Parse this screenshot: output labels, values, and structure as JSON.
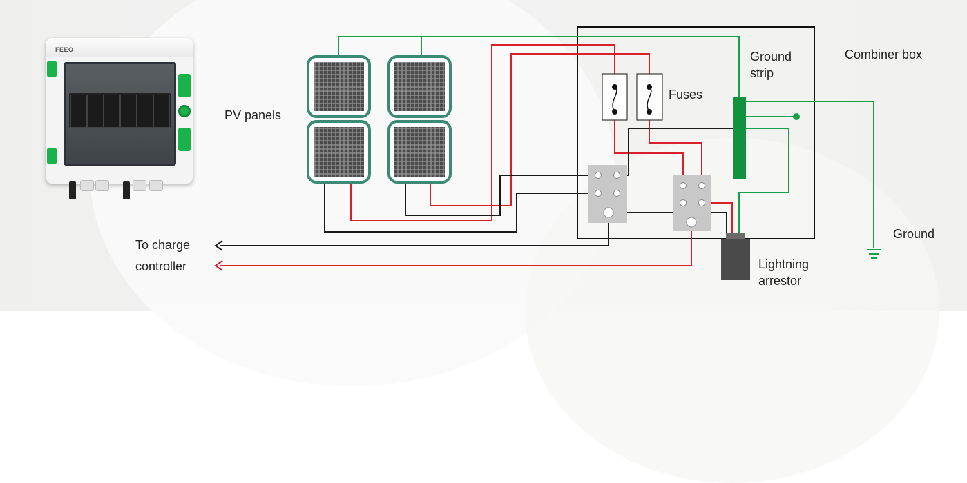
{
  "labels": {
    "pv_panels": "PV panels",
    "fuses": "Fuses",
    "ground_strip_line1": "Ground",
    "ground_strip_line2": "strip",
    "combiner_box": "Combiner box",
    "ground": "Ground",
    "to_charge_line1": "To charge",
    "to_charge_line2": "controller",
    "lightning_line1": "Lightning",
    "lightning_line2": "arrestor"
  },
  "enclosure": {
    "logo": "FEEO"
  },
  "colors": {
    "positive_wire": "#d91f2a",
    "negative_wire": "#1a1a1a",
    "ground_wire": "#16a04a",
    "panel_frame": "#3a8a74",
    "ground_strip": "#12913f",
    "terminal_block": "#c8c8c8",
    "arrestor": "#4a4a4a"
  },
  "icons": [
    "solar-panel-icon",
    "fuse-icon",
    "ground-symbol-icon",
    "arrow-left-icon",
    "lightning-arrestor-icon"
  ]
}
